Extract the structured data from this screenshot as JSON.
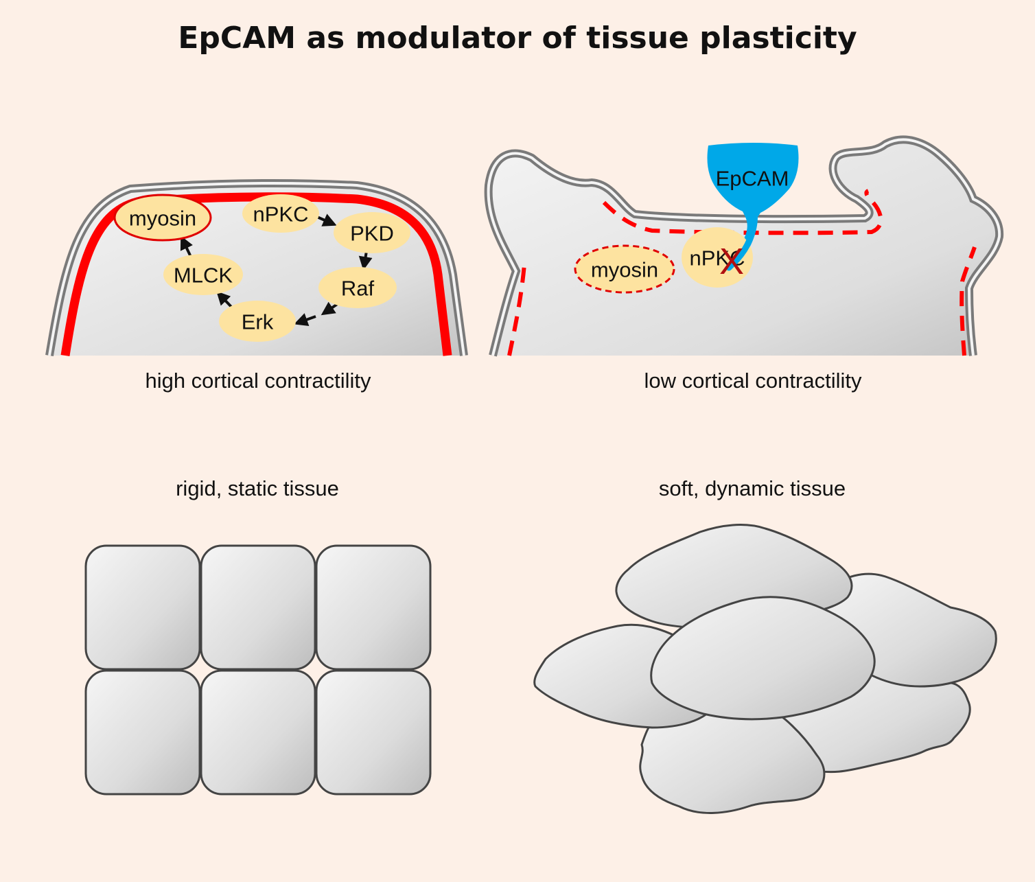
{
  "title": "EpCAM as modulator of tissue plasticity",
  "panels": {
    "high": {
      "caption": "high cortical contractility",
      "nodes": {
        "myosin": "myosin",
        "npkc": "nPKC",
        "pkd": "PKD",
        "raf": "Raf",
        "erk": "Erk",
        "mlck": "MLCK"
      }
    },
    "low": {
      "caption": "low cortical contractility",
      "epcam": "EpCAM",
      "myosin": "myosin",
      "npkc": "nPKC",
      "inhibition_mark": "X"
    },
    "rigid": {
      "caption": "rigid, static tissue"
    },
    "soft": {
      "caption": "soft, dynamic tissue"
    }
  },
  "colors": {
    "background": "#fdf0e7",
    "cortex": "#ff0000",
    "node_fill": "#fde3a0",
    "epcam": "#00a8e8",
    "inhibition": "#b01010",
    "cell_outline": "#555555"
  }
}
